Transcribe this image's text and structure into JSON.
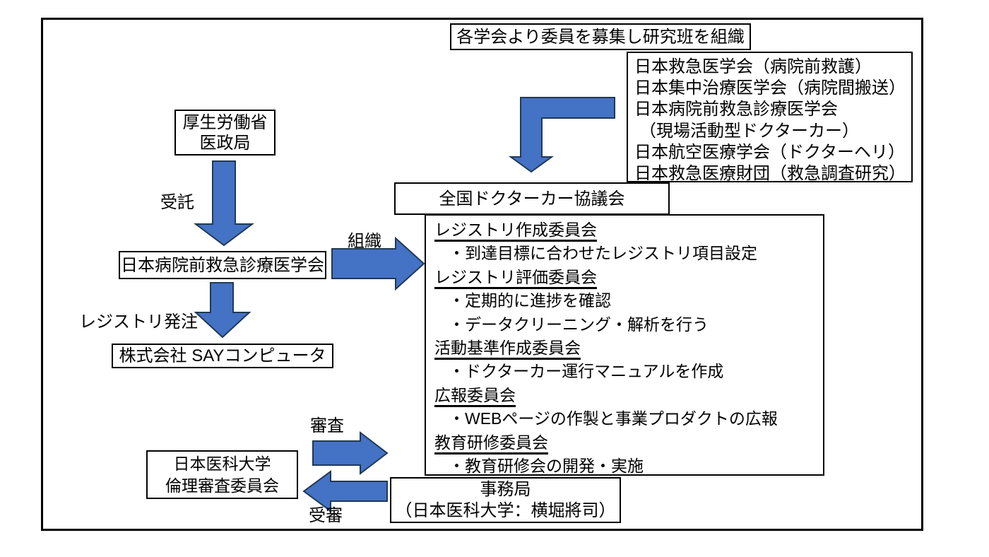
{
  "diagram": {
    "recruit_box": "各学会より委員を募集し研究班を組織",
    "societies": {
      "lines": [
        "日本救急医学会（病院前救護）",
        "日本集中治療医学会（病院間搬送）",
        "日本病院前救急診療医学会",
        "（現場活動型ドクターカー）",
        "日本航空医療学会（ドクターヘリ）",
        "日本救急医療財団（救急調査研究）"
      ]
    },
    "mhlw": {
      "line1": "厚生労働省",
      "line2": "医政局"
    },
    "label_jutaku": "受託",
    "jsph": "日本病院前救急診療医学会",
    "label_soshiki": "組織",
    "label_hacchu": "レジストリ発注",
    "say": "株式会社 SAYコンピュータ",
    "kyogikai": "全国ドクターカー協議会",
    "committees": {
      "items": [
        {
          "title": "レジストリ作成委員会",
          "bullets": [
            "・到達目標に合わせたレジストリ項目設定"
          ]
        },
        {
          "title": "レジストリ評価委員会",
          "bullets": [
            "・定期的に進捗を確認",
            "・データクリーニング・解析を行う"
          ]
        },
        {
          "title": "活動基準作成委員会",
          "bullets": [
            "・ドクターカー運行マニュアルを作成"
          ]
        },
        {
          "title": "広報委員会",
          "bullets": [
            "・WEBページの作製と事業プロダクトの広報"
          ]
        },
        {
          "title": "教育研修委員会",
          "bullets": [
            "・教育研修会の開発・実施"
          ]
        }
      ]
    },
    "jimukyoku": {
      "line1": "事務局",
      "line2": "（日本医科大学：横堀將司）"
    },
    "rinri": {
      "line1": "日本医科大学",
      "line2": "倫理審査委員会"
    },
    "label_shinsa": "審査",
    "label_jushin": "受審",
    "colors": {
      "arrow_fill": "#4472C4",
      "arrow_stroke": "#203954",
      "box_border": "#000000"
    }
  }
}
